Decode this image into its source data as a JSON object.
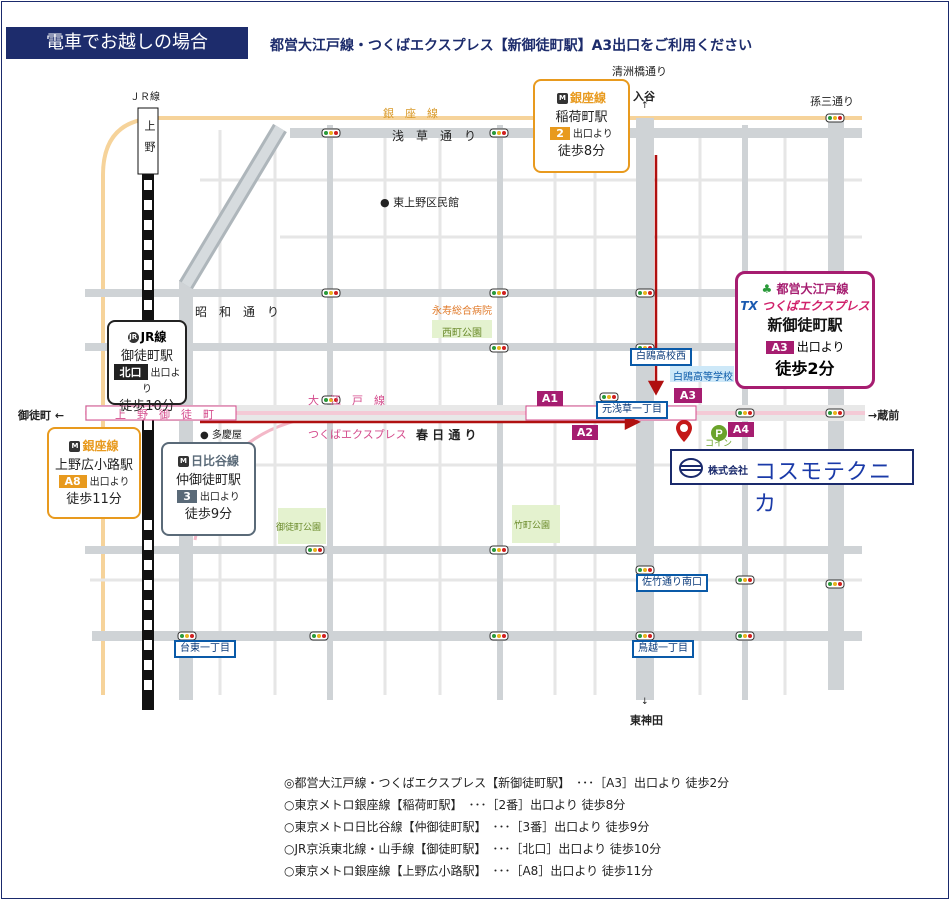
{
  "header": {
    "title": "電車でお越しの場合",
    "subtitle": "都営大江戸線・つくばエクスプレス【新御徒町駅】A3出口をご利用ください"
  },
  "roads": {
    "ginza_line": "銀　座　線",
    "asakusa_dori": "浅　草　通　り",
    "showa_dori": "昭　和　通　り",
    "oedo_line": "大　江　戸　線",
    "tsukuba_express": "つくばエクスプレス",
    "kasuga_dori": "春 日 通 り",
    "ueno_okachimachi": "上　野　御　徒　町",
    "jr_line": "ＪＲ線",
    "ueno": "上野",
    "kiyosubashi": "清洲橋通り",
    "iriya": "入谷",
    "iriya_arrow": "↑",
    "kototoi": "孫三通り",
    "higashi_kanda": "東神田",
    "higashi_kanda_arrow": "↓",
    "okachimachi_left": "御徒町 ←",
    "kuramae_right": "→蔵前"
  },
  "places": {
    "higashi_ueno_kumin": "● 東上野区民館",
    "eiju_hospital": "永寿総合病院",
    "nishimachi_park": "西町公園",
    "tamaya": "● 多慶屋",
    "okachimachi_park": "御徒町公園",
    "takemachi_park": "竹町公園",
    "hakuo_school": "白鴎高等学校",
    "coin_parking": "コイン"
  },
  "signals": {
    "hakuo_nishi": "白鴎高校西",
    "motoasakusa": "元浅草一丁目",
    "satake": "佐竹通り南口",
    "taito1": "台東一丁目",
    "torigoe": "鳥越一丁目"
  },
  "exits": {
    "a1": "A1",
    "a2": "A2",
    "a3": "A3",
    "a4": "A4"
  },
  "stations": {
    "inaricho": {
      "line": "銀座線",
      "name": "稲荷町駅",
      "exit": "2",
      "exit_suffix": "出口より",
      "walk": "徒歩8分"
    },
    "shin_okachimachi": {
      "line1": "都営大江戸線",
      "line2": "つくばエクスプレス",
      "name": "新御徒町駅",
      "exit": "A3",
      "exit_suffix": "出口より",
      "walk": "徒歩2分"
    },
    "jr": {
      "line": "JR線",
      "name": "御徒町駅",
      "exit": "北口",
      "exit_suffix": "出口より",
      "walk": "徒歩10分"
    },
    "ueno_hirokoji": {
      "line": "銀座線",
      "name": "上野広小路駅",
      "exit": "A8",
      "exit_suffix": "出口より",
      "walk": "徒歩11分"
    },
    "naka_okachimachi": {
      "line": "日比谷線",
      "name": "仲御徒町駅",
      "exit": "3",
      "exit_suffix": "出口より",
      "walk": "徒歩9分"
    }
  },
  "company": {
    "prefix": "株式会社",
    "name": "コスモテクニカ"
  },
  "legend": [
    "◎都営大江戸線・つくばエクスプレス【新御徒町駅】　･･･［A3］出口より 徒歩2分",
    "○東京メトロ銀座線【稲荷町駅】　･･･［2番］出口より 徒歩8分",
    "○東京メトロ日比谷線【仲御徒町駅】　･･･［3番］出口より 徒歩9分",
    "○JR京浜東北線・山手線【御徒町駅】　･･･［北口］出口より 徒歩10分",
    "○東京メトロ銀座線【上野広小路駅】　･･･［A8］出口より 徒歩11分"
  ],
  "colors": {
    "navy": "#1d2c6c",
    "ginza_orange": "#e89a1e",
    "hibiya_gray": "#5a6a78",
    "oedo_magenta": "#a61d70",
    "route_red": "#b01010",
    "signal_blue": "#0a5aa8"
  }
}
